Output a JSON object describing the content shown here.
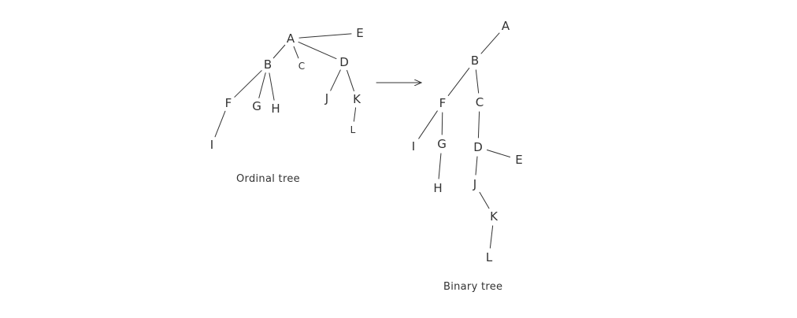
{
  "ordinal_tree": {
    "caption": "Ordinal tree",
    "nodes": [
      {
        "id": "A",
        "label": "A"
      },
      {
        "id": "E",
        "label": "E"
      },
      {
        "id": "B",
        "label": "B"
      },
      {
        "id": "C",
        "label": "C"
      },
      {
        "id": "D",
        "label": "D"
      },
      {
        "id": "F",
        "label": "F"
      },
      {
        "id": "G",
        "label": "G"
      },
      {
        "id": "H",
        "label": "H"
      },
      {
        "id": "J",
        "label": "J"
      },
      {
        "id": "K",
        "label": "K"
      },
      {
        "id": "I",
        "label": "I"
      },
      {
        "id": "L",
        "label": "L"
      }
    ],
    "edges": [
      [
        "A",
        "E"
      ],
      [
        "A",
        "B"
      ],
      [
        "A",
        "C"
      ],
      [
        "A",
        "D"
      ],
      [
        "B",
        "F"
      ],
      [
        "B",
        "G"
      ],
      [
        "B",
        "H"
      ],
      [
        "D",
        "J"
      ],
      [
        "D",
        "K"
      ],
      [
        "F",
        "I"
      ],
      [
        "K",
        "L"
      ]
    ]
  },
  "binary_tree": {
    "caption": "Binary tree",
    "nodes": [
      {
        "id": "A",
        "label": "A"
      },
      {
        "id": "B",
        "label": "B"
      },
      {
        "id": "F",
        "label": "F"
      },
      {
        "id": "C",
        "label": "C"
      },
      {
        "id": "I",
        "label": "I"
      },
      {
        "id": "G",
        "label": "G"
      },
      {
        "id": "D",
        "label": "D"
      },
      {
        "id": "E",
        "label": "E"
      },
      {
        "id": "H",
        "label": "H"
      },
      {
        "id": "J",
        "label": "J"
      },
      {
        "id": "K",
        "label": "K"
      },
      {
        "id": "L",
        "label": "L"
      }
    ],
    "edges": [
      [
        "A",
        "B"
      ],
      [
        "B",
        "F"
      ],
      [
        "B",
        "C"
      ],
      [
        "F",
        "I"
      ],
      [
        "F",
        "G"
      ],
      [
        "G",
        "H"
      ],
      [
        "C",
        "D"
      ],
      [
        "D",
        "E"
      ],
      [
        "D",
        "J"
      ],
      [
        "J",
        "K"
      ],
      [
        "K",
        "L"
      ]
    ]
  }
}
